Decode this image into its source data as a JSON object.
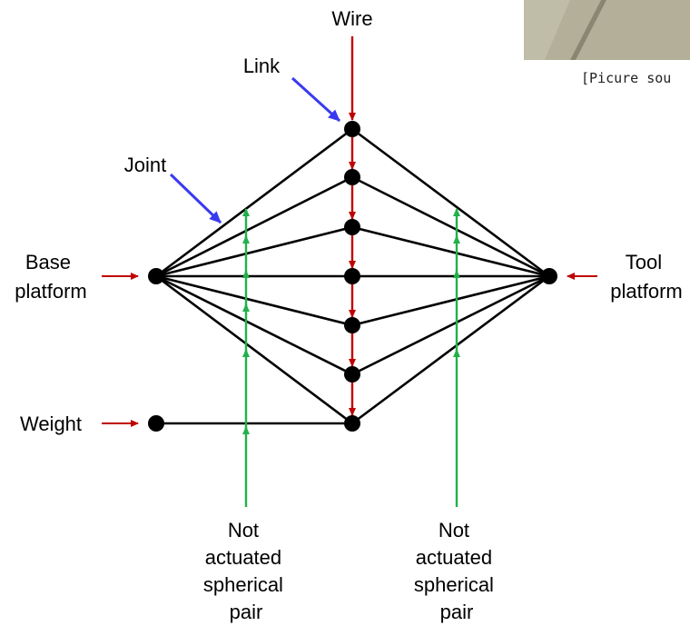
{
  "labels": {
    "wire": "Wire",
    "link": "Link",
    "joint": "Joint",
    "base_line1": "Base",
    "base_line2": "platform",
    "tool_line1": "Tool",
    "tool_line2": "platform",
    "weight": "Weight",
    "not_actuated_left": [
      "Not",
      "actuated",
      "spherical",
      "pair"
    ],
    "not_actuated_right": [
      "Not",
      "actuated",
      "spherical",
      "pair"
    ]
  },
  "caption": "[Picure sou",
  "colors": {
    "wire": "#c00000",
    "pointer": "#3a3af0",
    "spherical_pair": "#22b04b",
    "links": "#000000",
    "photo": "#a9a48d"
  }
}
